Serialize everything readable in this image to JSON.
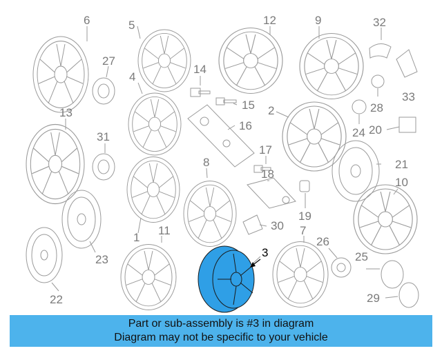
{
  "callouts": [
    "6",
    "5",
    "12",
    "9",
    "32",
    "27",
    "4",
    "14",
    "15",
    "33",
    "13",
    "16",
    "2",
    "28",
    "24",
    "20",
    "31",
    "17",
    "18",
    "21",
    "8",
    "10",
    "19",
    "30",
    "1",
    "11",
    "7",
    "26",
    "23",
    "25",
    "22",
    "29"
  ],
  "highlight": "3",
  "banner": {
    "line1": "Part or sub-assembly is #3 in diagram",
    "line2": "Diagram may not be specific to your vehicle"
  },
  "colors": {
    "highlight_fill": "#2f9fe6",
    "banner_bg": "#4db3ec",
    "linework": "#9a9a9a"
  }
}
